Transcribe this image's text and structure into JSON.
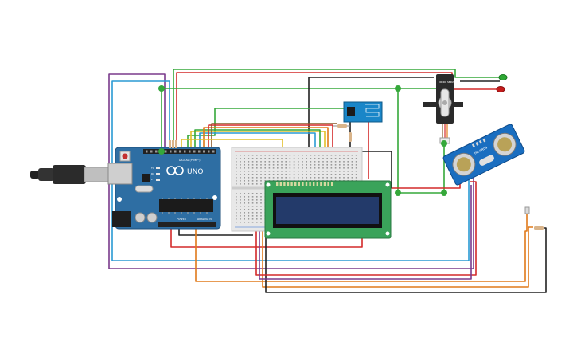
{
  "arduino": {
    "model": "UNO",
    "digital_label": "DIGITAL (PWM~)",
    "power_label": "POWER",
    "analog_label": "ANALOG IN",
    "tx_label": "TX",
    "rx_label": "RX",
    "led_label": "L",
    "board_color": "#2e6ea3"
  },
  "servo": {
    "label": "MICRO SERVO"
  },
  "ultrasonic": {
    "label": "HC-SR04"
  },
  "wifi_module": {
    "color": "#1a86c8"
  },
  "lcd": {
    "screen_color": "#233a6a",
    "board_color": "#3aa35a"
  },
  "wire_colors": {
    "red": "#d42a2a",
    "black": "#222222",
    "green": "#35a83a",
    "blue": "#2a9ad4",
    "purple": "#7a3a8c",
    "orange": "#e07a1a",
    "yellow": "#e3c02a",
    "brown": "#8a5a2a",
    "grey": "#8a8a8a"
  },
  "leds": [
    {
      "color": "#2ea834"
    },
    {
      "color": "#c41c1c"
    }
  ]
}
